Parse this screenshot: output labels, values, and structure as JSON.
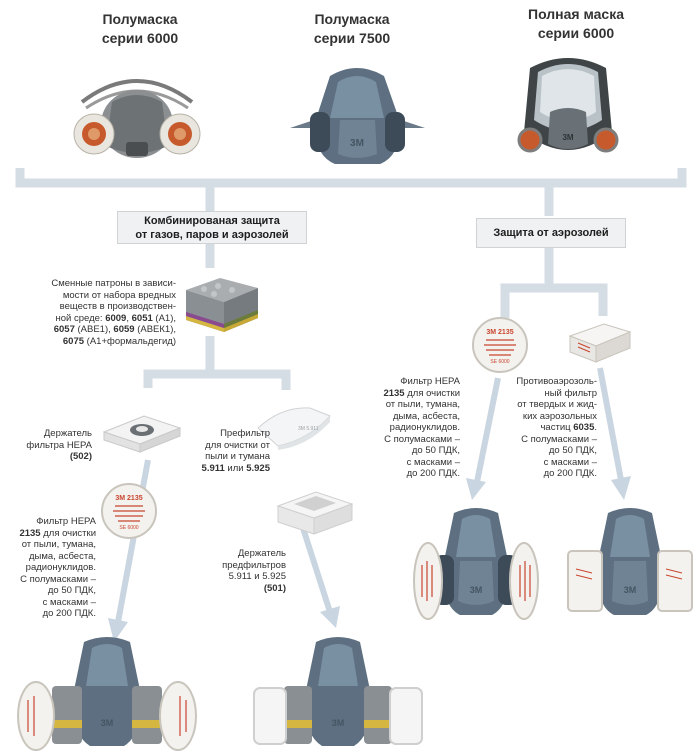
{
  "colors": {
    "connector": "#d5dde4",
    "arrow": "#c9d5e0",
    "mask_body": "#5d6f80",
    "mask_dark": "#3d4b58",
    "filter_red": "#c8452e",
    "filter_yellow": "#d4b640",
    "cartridge_gray": "#8a8f93"
  },
  "products": [
    {
      "line1": "Полумаска",
      "line2": "серии 6000"
    },
    {
      "line1": "Полумаска",
      "line2": "серии 7500"
    },
    {
      "line1": "Полная маска",
      "line2": "серии 6000"
    }
  ],
  "boxes": {
    "combined": {
      "line1": "Комбинированая защита",
      "line2": "от газов, паров и аэрозолей"
    },
    "aerosol": {
      "line1": "Защита от аэрозолей"
    }
  },
  "cartridges": {
    "lines": [
      "Сменные патроны в зависи-",
      "мости от набора вредных",
      "веществ в производствен-"
    ],
    "l4_pre": "ной среде: ",
    "l4_b1": "6009",
    "l4_sep": ", ",
    "l4_b2": "6051",
    "l4_post": " (А1),",
    "l5_b1": "6057",
    "l5_mid": " (АВЕ1), ",
    "l5_b2": "6059",
    "l5_post": " (АВЕК1),",
    "l6_b": "6075",
    "l6_post": " (А1+формальдегид)"
  },
  "hepa_holder": {
    "line1": "Держатель",
    "line2": "фильтра HEPA",
    "code": "(502)"
  },
  "prefilter": {
    "line1": "Префильтр",
    "line2": "для очистки от",
    "line3": "пыли и тумана",
    "code1": "5.911",
    "or": " или ",
    "code2": "5.925"
  },
  "hepa_left": {
    "pre": "Фильтр HEPA",
    "code": "2135",
    "code_suffix": " для очистки",
    "lines": [
      "от пыли, тумана,",
      "дыма, асбеста,",
      "радионуклидов.",
      "С полумасками –",
      "до 50 ПДК,",
      "с масками –",
      "до 200 ПДК."
    ]
  },
  "prefilter_holder": {
    "line1": "Держатель",
    "line2": "предфильтров",
    "line3": "5.911 и 5.925",
    "code": "(501)"
  },
  "hepa_right": {
    "pre": "Фильтр HEPA",
    "code": "2135",
    "code_suffix": " для очистки",
    "lines": [
      "от пыли, тумана,",
      "дыма, асбеста,",
      "радионуклидов.",
      "С полумасками –",
      "до 50 ПДК,",
      "с масками –",
      "до 200 ПДК."
    ]
  },
  "antiaerosol": {
    "lines": [
      "Противоаэрозоль-",
      "ный фильтр",
      "от твердых и жид-",
      "ких аэрозольных"
    ],
    "l5_pre": "частиц ",
    "l5_code": "6035",
    "l5_post": ".",
    "lines2": [
      "С полумасками –",
      "до 50 ПДК,",
      "с масками –",
      "до 200 ПДК."
    ]
  },
  "filter_label": {
    "brand": "3M 2135",
    "small": "SE 6000"
  }
}
